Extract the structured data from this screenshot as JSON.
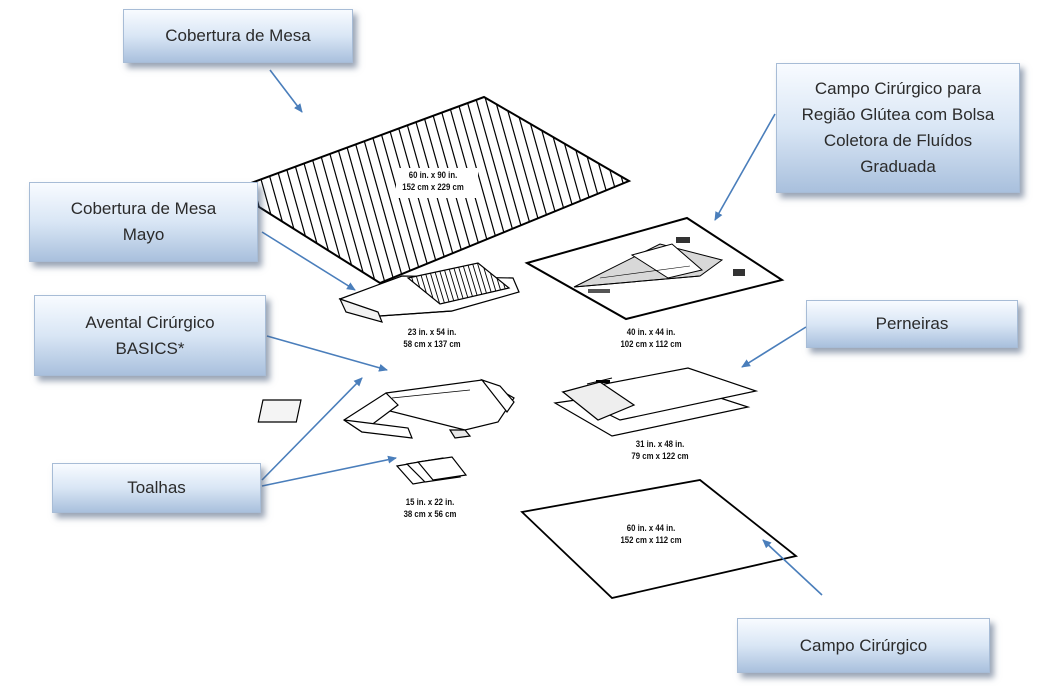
{
  "labels": {
    "cobertura_mesa": "Cobertura de Mesa",
    "cobertura_mesa_mayo_1": "Cobertura de Mesa",
    "cobertura_mesa_mayo_2": "Mayo",
    "avental_1": "Avental Cirúrgico",
    "avental_2": "BASICS*",
    "toalhas": "Toalhas",
    "campo_gluteo_1": "Campo Cirúrgico  para",
    "campo_gluteo_2": "Região Glútea com Bolsa",
    "campo_gluteo_3": "Coletora de Fluídos",
    "campo_gluteo_4": "Graduada",
    "perneiras": "Perneiras",
    "campo_cirurgico": "Campo Cirúrgico"
  },
  "dimensions": {
    "table_cover": {
      "imperial": "60 in. x 90 in.",
      "metric": "152 cm x 229 cm"
    },
    "mayo_cover": {
      "imperial": "23 in. x 54 in.",
      "metric": "58 cm x 137 cm"
    },
    "buttock_drape": {
      "imperial": "40 in. x 44 in.",
      "metric": "102 cm x 112 cm"
    },
    "leggings": {
      "imperial": "31 in. x 48 in.",
      "metric": "79 cm x 122 cm"
    },
    "towels": {
      "imperial": "15 in. x 22 in.",
      "metric": "38 cm x 56 cm"
    },
    "drape_sheet": {
      "imperial": "60 in. x 44 in.",
      "metric": "152 cm x 112 cm"
    }
  },
  "colors": {
    "arrow": "#4a7ebb",
    "callout_border": "#a7bcd6",
    "line": "#000000"
  }
}
